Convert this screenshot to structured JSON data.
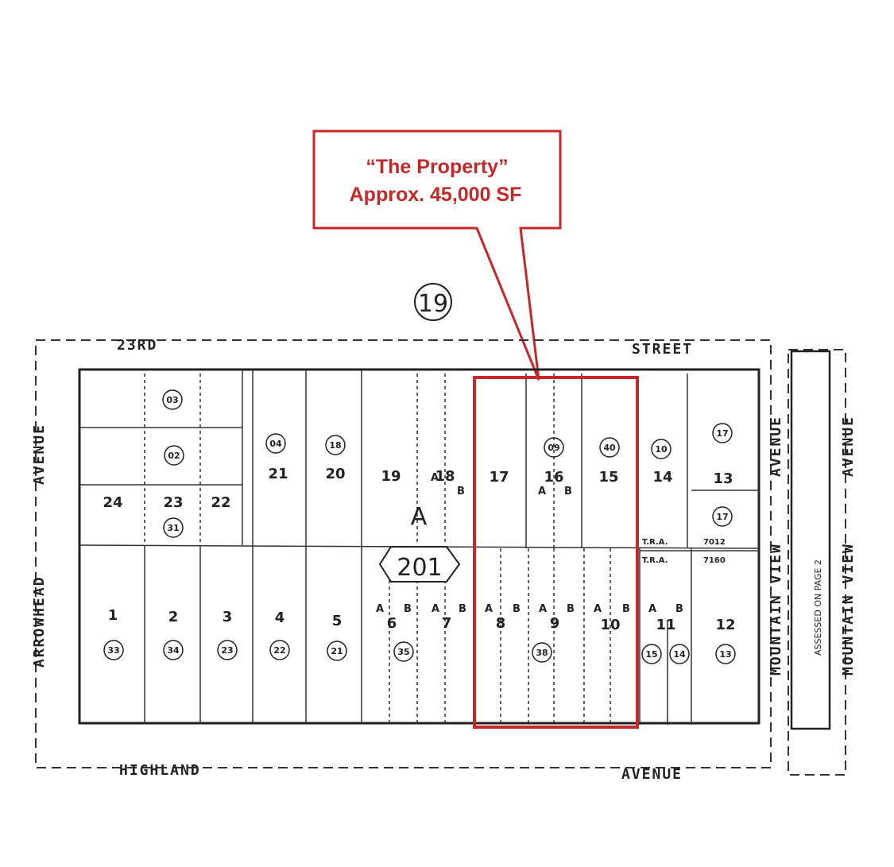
{
  "callout": {
    "line1": "“The Property”",
    "line2": "Approx. 45,000 SF"
  },
  "map_page": "19",
  "book": "201",
  "block": "A",
  "streets": {
    "top_left": "23RD",
    "top_right": "STREET",
    "bottom_left": "HIGHLAND",
    "bottom_right": "AVENUE",
    "left_a": "ARROWHEAD",
    "left_b": "AVENUE",
    "right_a": "MOUNTAIN VIEW",
    "right_b": "AVENUE",
    "far_right_a": "MOUNTAIN VIEW",
    "far_right_b": "AVENUE",
    "assessed": "ASSESSED ON PAGE 2"
  },
  "lots": {
    "l24": "24",
    "l23": "23",
    "l22": "22",
    "l21": "21",
    "l20": "20",
    "l19": "19",
    "l18": "18",
    "l17": "17",
    "l16": "16",
    "l15": "15",
    "l14": "14",
    "l13": "13",
    "l12": "12",
    "l1": "1",
    "l2": "2",
    "l3": "3",
    "l4": "4",
    "l5": "5",
    "l6": "6",
    "l7": "7",
    "l8": "8",
    "l9": "9",
    "l10": "10",
    "l11": "11"
  },
  "parcels": {
    "p03": "03",
    "p02": "02",
    "p31": "31",
    "p04": "04",
    "p18": "18",
    "p09": "09",
    "p40": "40",
    "p10": "10",
    "p17a": "17",
    "p17b": "17",
    "p33": "33",
    "p34": "34",
    "p23": "23",
    "p22": "22",
    "p21": "21",
    "p35": "35",
    "p38": "38",
    "p15": "15",
    "p14": "14",
    "p13": "13"
  },
  "tra": {
    "a": "T.R.A.",
    "b": "T.R.A.",
    "v1": "7012",
    "v2": "7160"
  },
  "sub": {
    "a": "A",
    "b": "B"
  }
}
